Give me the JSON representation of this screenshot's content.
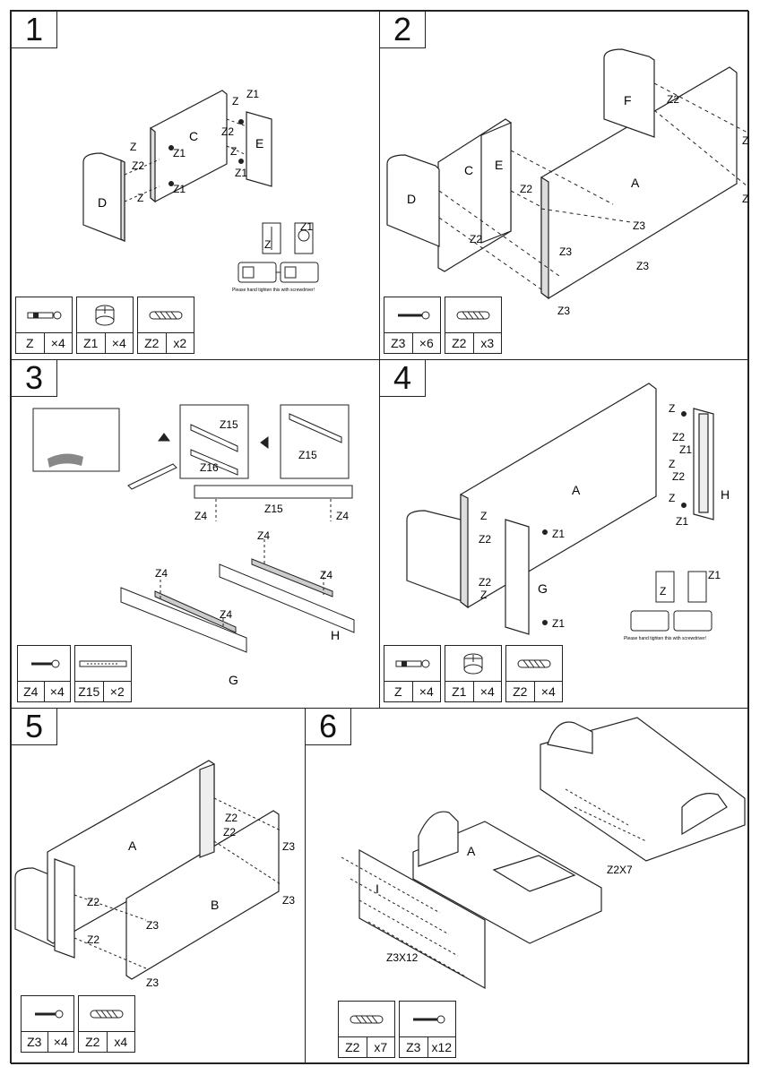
{
  "steps": [
    {
      "number": "1",
      "labels": {
        "C": "C",
        "D": "D",
        "E": "E",
        "Z": "Z",
        "Z1": "Z1",
        "Z2": "Z2"
      },
      "note": "Please hand tighten this with screwdriver!",
      "parts": [
        {
          "code": "Z",
          "qty": "×4",
          "icon": "cam-bolt-icon"
        },
        {
          "code": "Z1",
          "qty": "×4",
          "icon": "cam-lock-icon"
        },
        {
          "code": "Z2",
          "qty": "x2",
          "icon": "wooden-dowel-icon"
        }
      ]
    },
    {
      "number": "2",
      "labels": {
        "A": "A",
        "C": "C",
        "D": "D",
        "E": "E",
        "F": "F",
        "Z2": "Z2",
        "Z3": "Z3"
      },
      "parts": [
        {
          "code": "Z3",
          "qty": "×6",
          "icon": "screw-icon"
        },
        {
          "code": "Z2",
          "qty": "x3",
          "icon": "wooden-dowel-icon"
        }
      ]
    },
    {
      "number": "3",
      "labels": {
        "Z15": "Z15",
        "Z16": "Z16",
        "Z4": "Z4",
        "G": "G",
        "H": "H"
      },
      "parts": [
        {
          "code": "Z4",
          "qty": "×4",
          "icon": "screw-icon"
        },
        {
          "code": "Z15",
          "qty": "×2",
          "icon": "drawer-slide-icon"
        }
      ]
    },
    {
      "number": "4",
      "labels": {
        "A": "A",
        "G": "G",
        "H": "H",
        "Z": "Z",
        "Z1": "Z1",
        "Z2": "Z2"
      },
      "note": "Please hand tighten this with screwdriver!",
      "parts": [
        {
          "code": "Z",
          "qty": "×4",
          "icon": "cam-bolt-icon"
        },
        {
          "code": "Z1",
          "qty": "×4",
          "icon": "cam-lock-icon"
        },
        {
          "code": "Z2",
          "qty": "×4",
          "icon": "wooden-dowel-icon"
        }
      ]
    },
    {
      "number": "5",
      "labels": {
        "A": "A",
        "B": "B",
        "Z2": "Z2",
        "Z3": "Z3"
      },
      "parts": [
        {
          "code": "Z3",
          "qty": "×4",
          "icon": "screw-icon"
        },
        {
          "code": "Z2",
          "qty": "x4",
          "icon": "wooden-dowel-icon"
        }
      ]
    },
    {
      "number": "6",
      "labels": {
        "A": "A",
        "I": "I",
        "Z2x7": "Z2X7",
        "Z3x12": "Z3X12"
      },
      "parts": [
        {
          "code": "Z2",
          "qty": "x7",
          "icon": "wooden-dowel-icon"
        },
        {
          "code": "Z3",
          "qty": "x12",
          "icon": "screw-icon"
        }
      ]
    }
  ]
}
